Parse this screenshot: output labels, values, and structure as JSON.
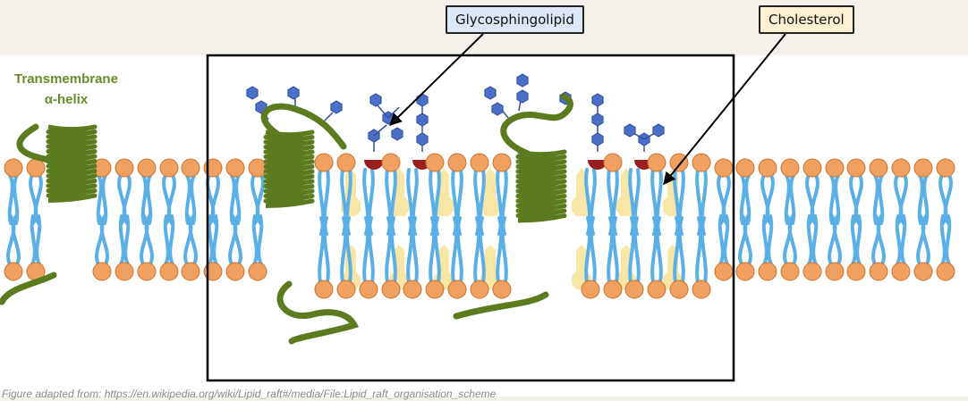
{
  "callouts": {
    "glycosphingolipid": "Glycosphingolipid",
    "cholesterol": "Cholesterol"
  },
  "label": {
    "transmembrane_line1": "Transmembrane",
    "transmembrane_line2": "α-helix"
  },
  "caption": "Figure adapted from: https://en.wikipedia.org/wiki/Lipid_raft#/media/File:Lipid_raft_organisation_scheme",
  "colors": {
    "background": "#f3f1ea",
    "membrane_band": "#ffffff",
    "head_group": "#f0a060",
    "head_stroke": "#c9742f",
    "lipid_tail": "#5ab0e6",
    "helix": "#5c7a1e",
    "cholesterol": "#f7e6a6",
    "sugar": "#4a6fc8",
    "sphingo_head": "#9b1c1c",
    "frame": "#000000"
  },
  "icons": {
    "sugar": "hexagon-icon",
    "arrow": "arrow-icon"
  }
}
